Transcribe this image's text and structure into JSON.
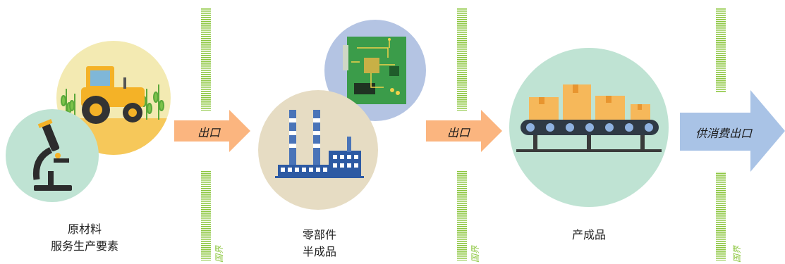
{
  "stages": [
    {
      "label_line1": "原材料",
      "label_line2": "服务生产要素"
    },
    {
      "label_line1": "零部件",
      "label_line2": "半成品"
    },
    {
      "label_line1": "产成品",
      "label_line2": ""
    }
  ],
  "arrows": [
    {
      "label": "出口",
      "color": "#fbb57f"
    },
    {
      "label": "出口",
      "color": "#fbb57f"
    },
    {
      "label": "供消费出口",
      "color": "#a9c3e6"
    }
  ],
  "borders": [
    {
      "label": "国界"
    },
    {
      "label": "国界"
    },
    {
      "label": "国界"
    }
  ],
  "colors": {
    "circle_mint": "#bfe3d3",
    "circle_yellow": "#f3eab2",
    "circle_tan": "#e6dcc3",
    "circle_blue": "#b4c4e3",
    "border_green": "#8cc63f"
  },
  "icons": [
    "microscope-icon",
    "tractor-icon",
    "circuit-board-icon",
    "factory-icon",
    "conveyor-belt-icon"
  ]
}
